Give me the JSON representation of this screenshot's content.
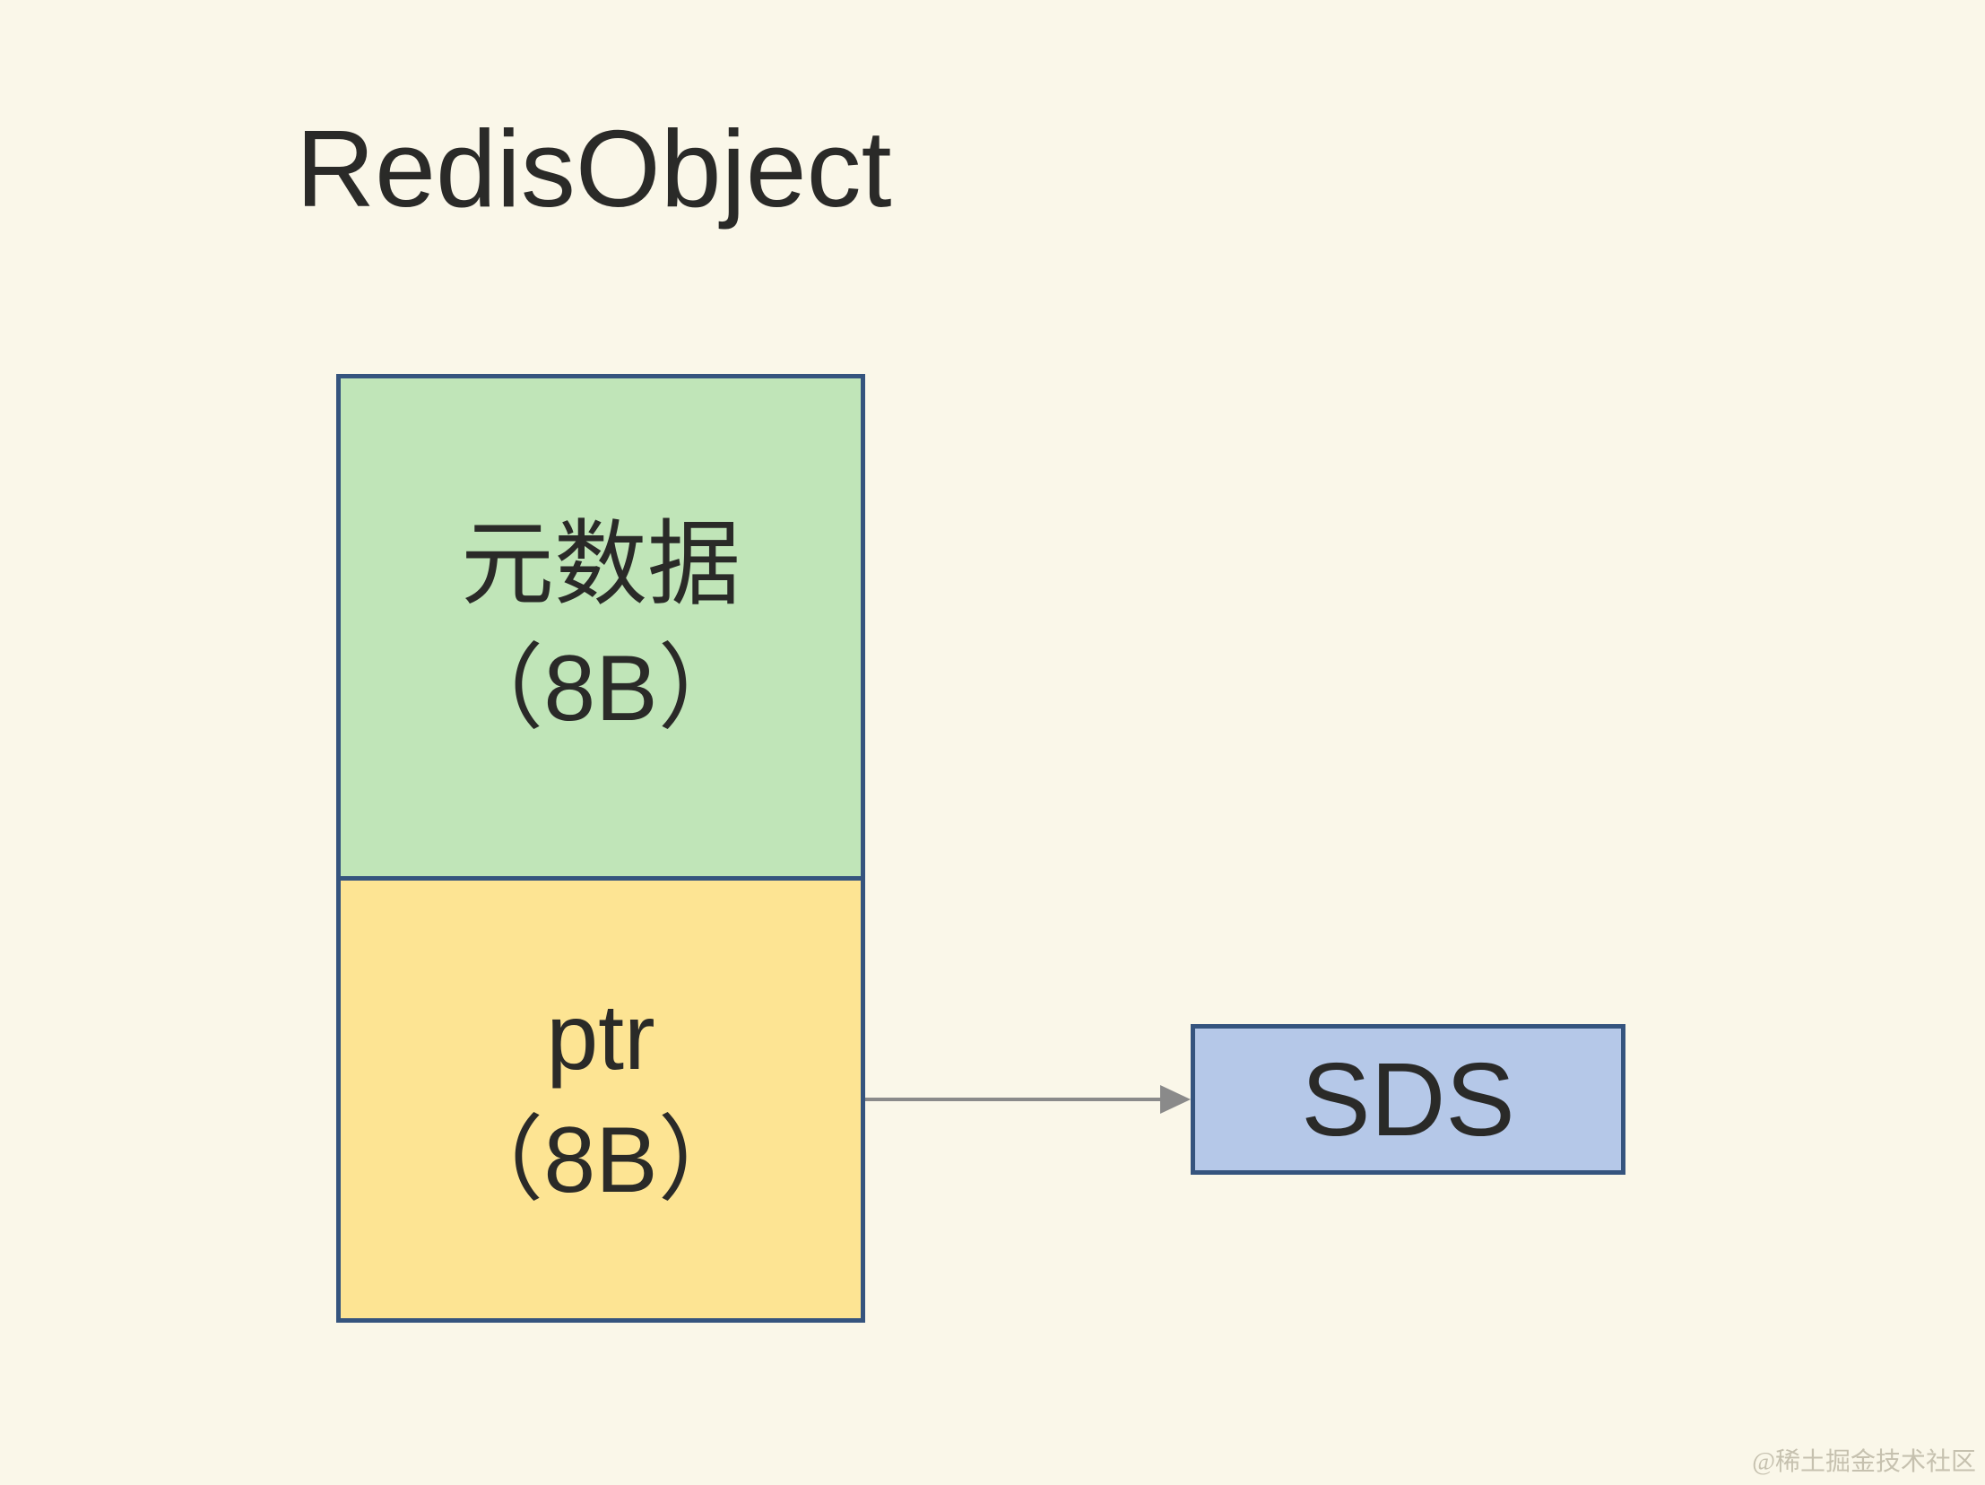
{
  "title": "RedisObject",
  "diagram": {
    "redis_object": {
      "metadata": {
        "label": "元数据",
        "size": "（8B）"
      },
      "ptr": {
        "label": "ptr",
        "size": "（8B）"
      }
    },
    "sds": {
      "label": "SDS"
    },
    "arrow": {
      "from": "ptr",
      "to": "SDS"
    }
  },
  "watermark": "@稀土掘金技术社区",
  "colors": {
    "background": "#faf7e9",
    "metadata_fill": "#c0e5b8",
    "ptr_fill": "#fde493",
    "sds_fill": "#b5c8e8",
    "box_border": "#35547e",
    "arrow": "#8a8a8a",
    "text": "#2a2a28",
    "watermark": "#c6c1af"
  }
}
